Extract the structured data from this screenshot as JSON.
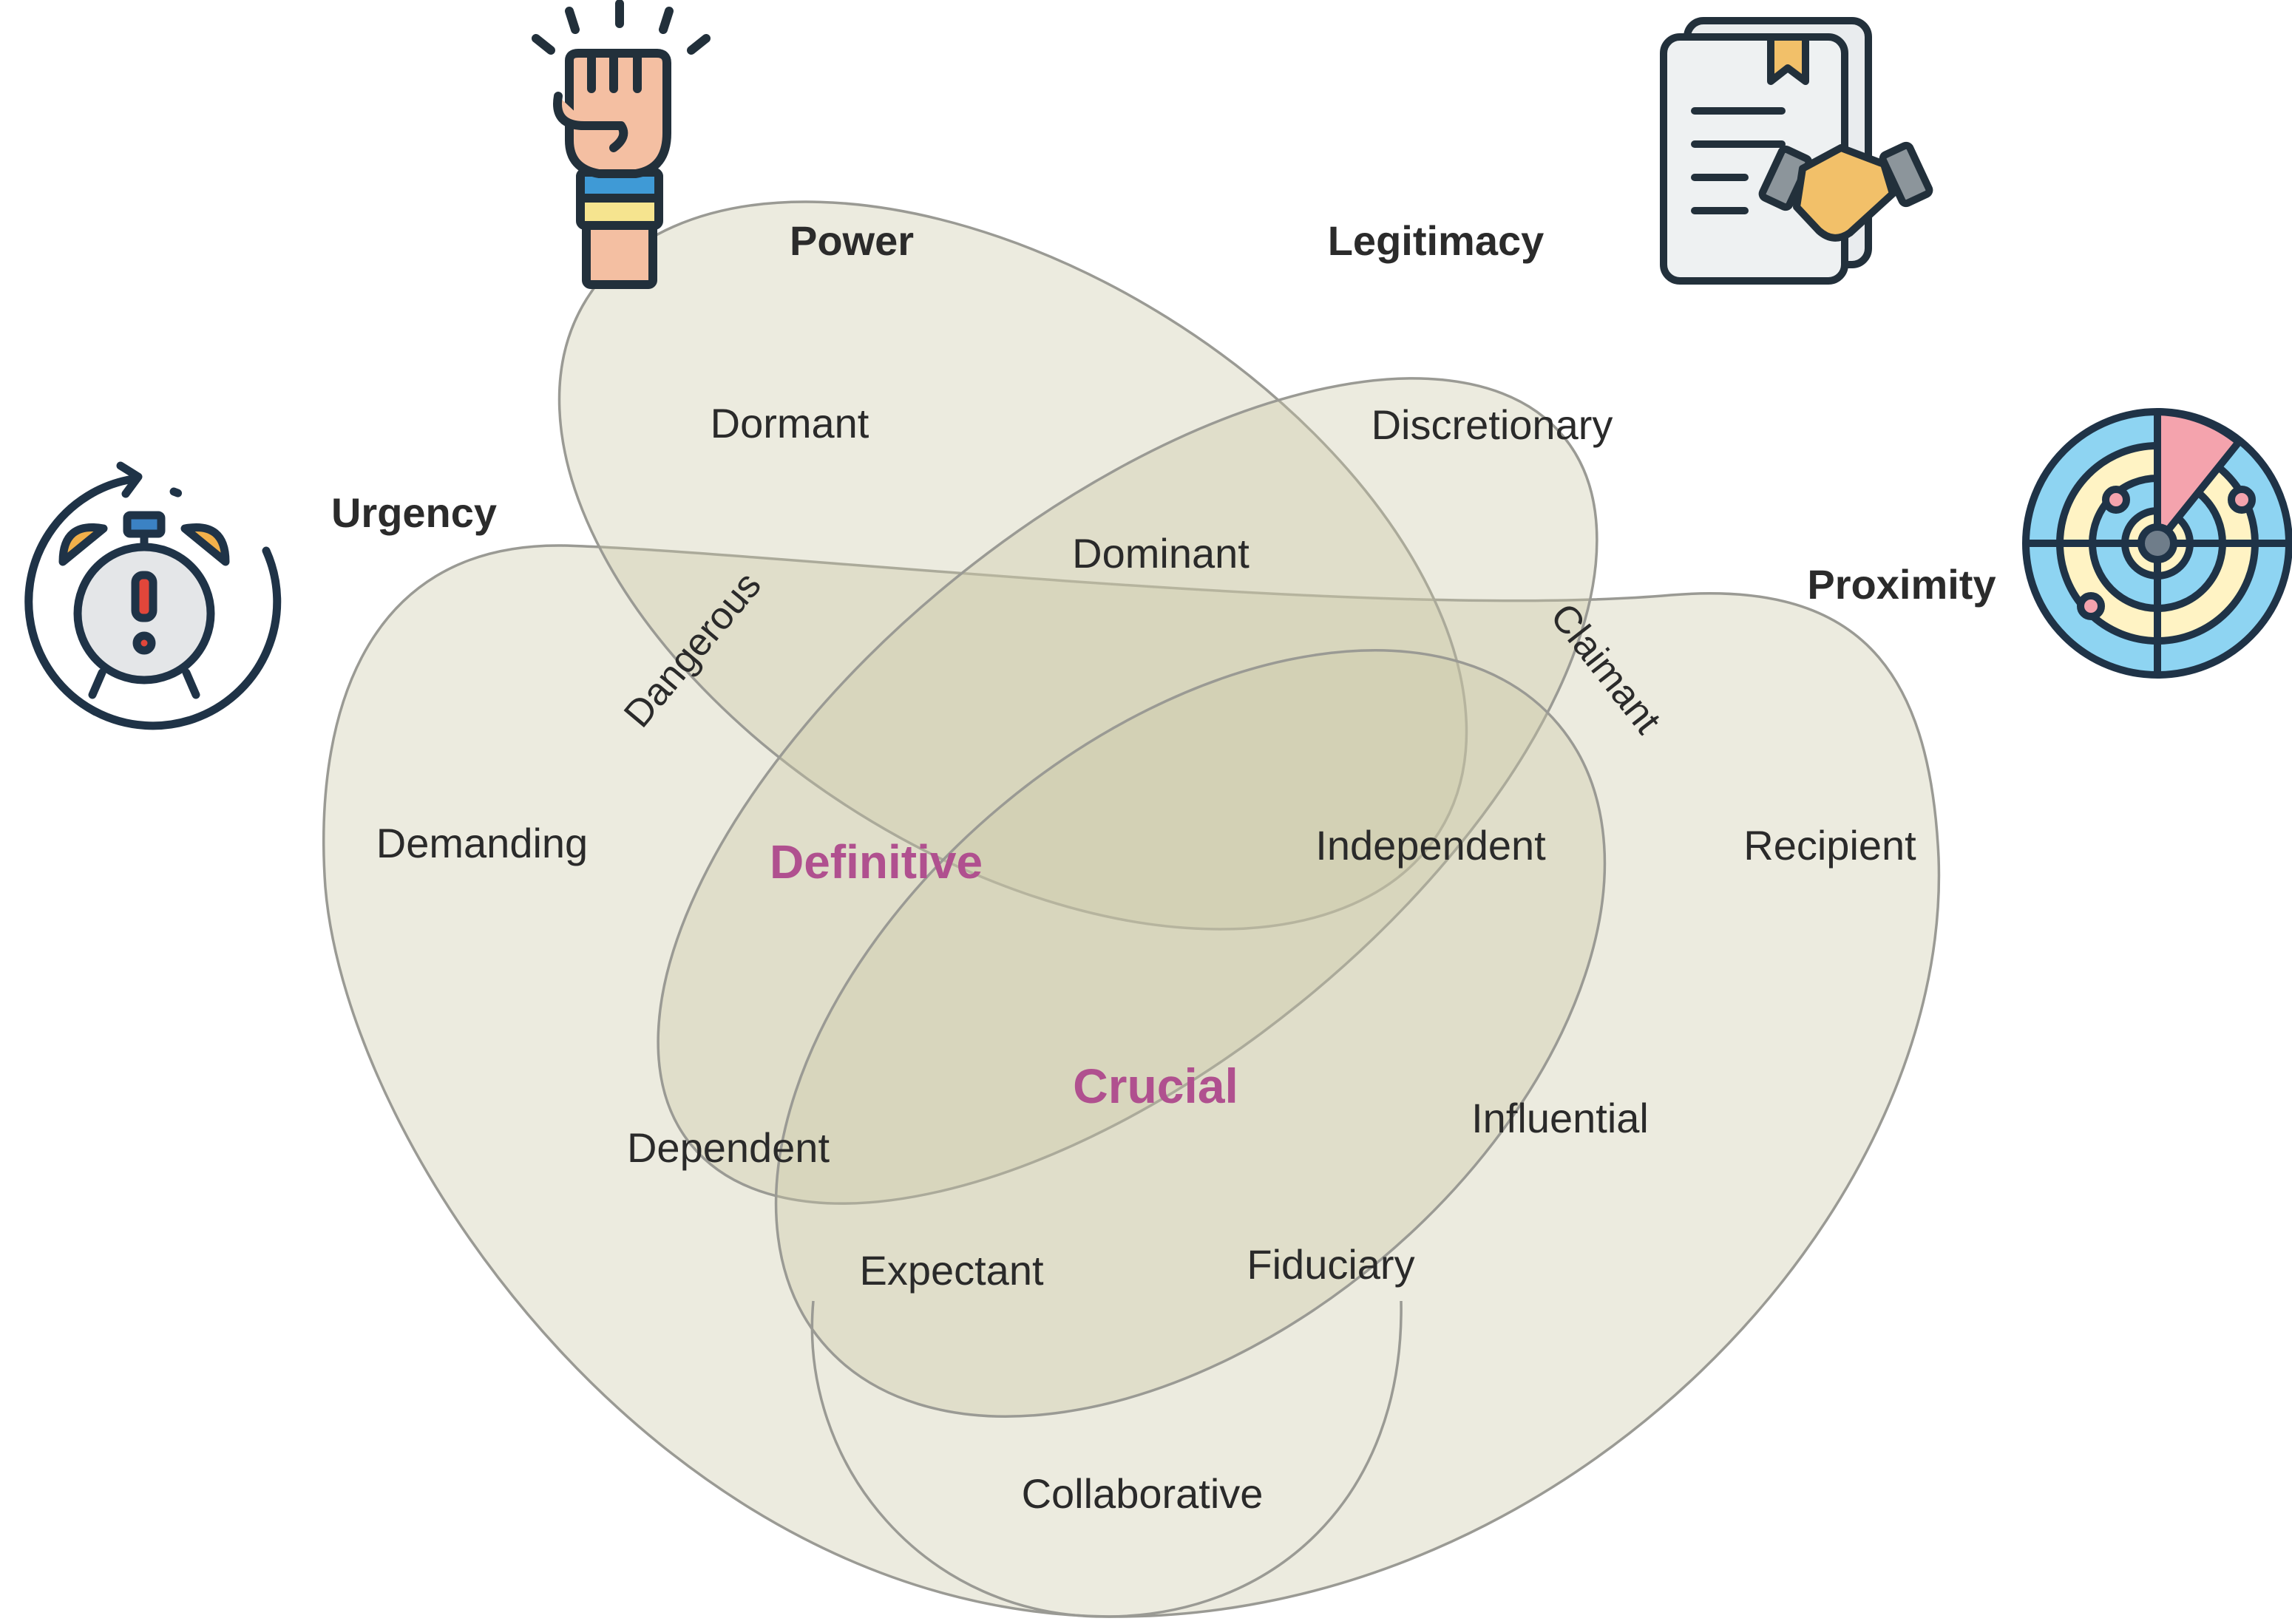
{
  "colors": {
    "ellipse_fill": "#c9c7a6",
    "ellipse_stroke": "#9a9a94",
    "text": "#2a2a2a",
    "highlight": "#b0508f",
    "icon_outline": "#22303b"
  },
  "sets": {
    "power": "Power",
    "legitimacy": "Legitimacy",
    "urgency": "Urgency",
    "proximity": "Proximity"
  },
  "regions": {
    "dormant": "Dormant",
    "discretionary": "Discretionary",
    "dominant": "Dominant",
    "dangerous": "Dangerous",
    "claimant": "Claimant",
    "demanding": "Demanding",
    "definitive": "Definitive",
    "independent": "Independent",
    "recipient": "Recipient",
    "crucial": "Crucial",
    "dependent": "Dependent",
    "influential": "Influential",
    "expectant": "Expectant",
    "fiduciary": "Fiduciary",
    "collaborative": "Collaborative"
  },
  "icons": {
    "power": "raised-fist-icon",
    "legitimacy": "contract-handshake-icon",
    "urgency": "alarm-clock-icon",
    "proximity": "radar-icon"
  }
}
